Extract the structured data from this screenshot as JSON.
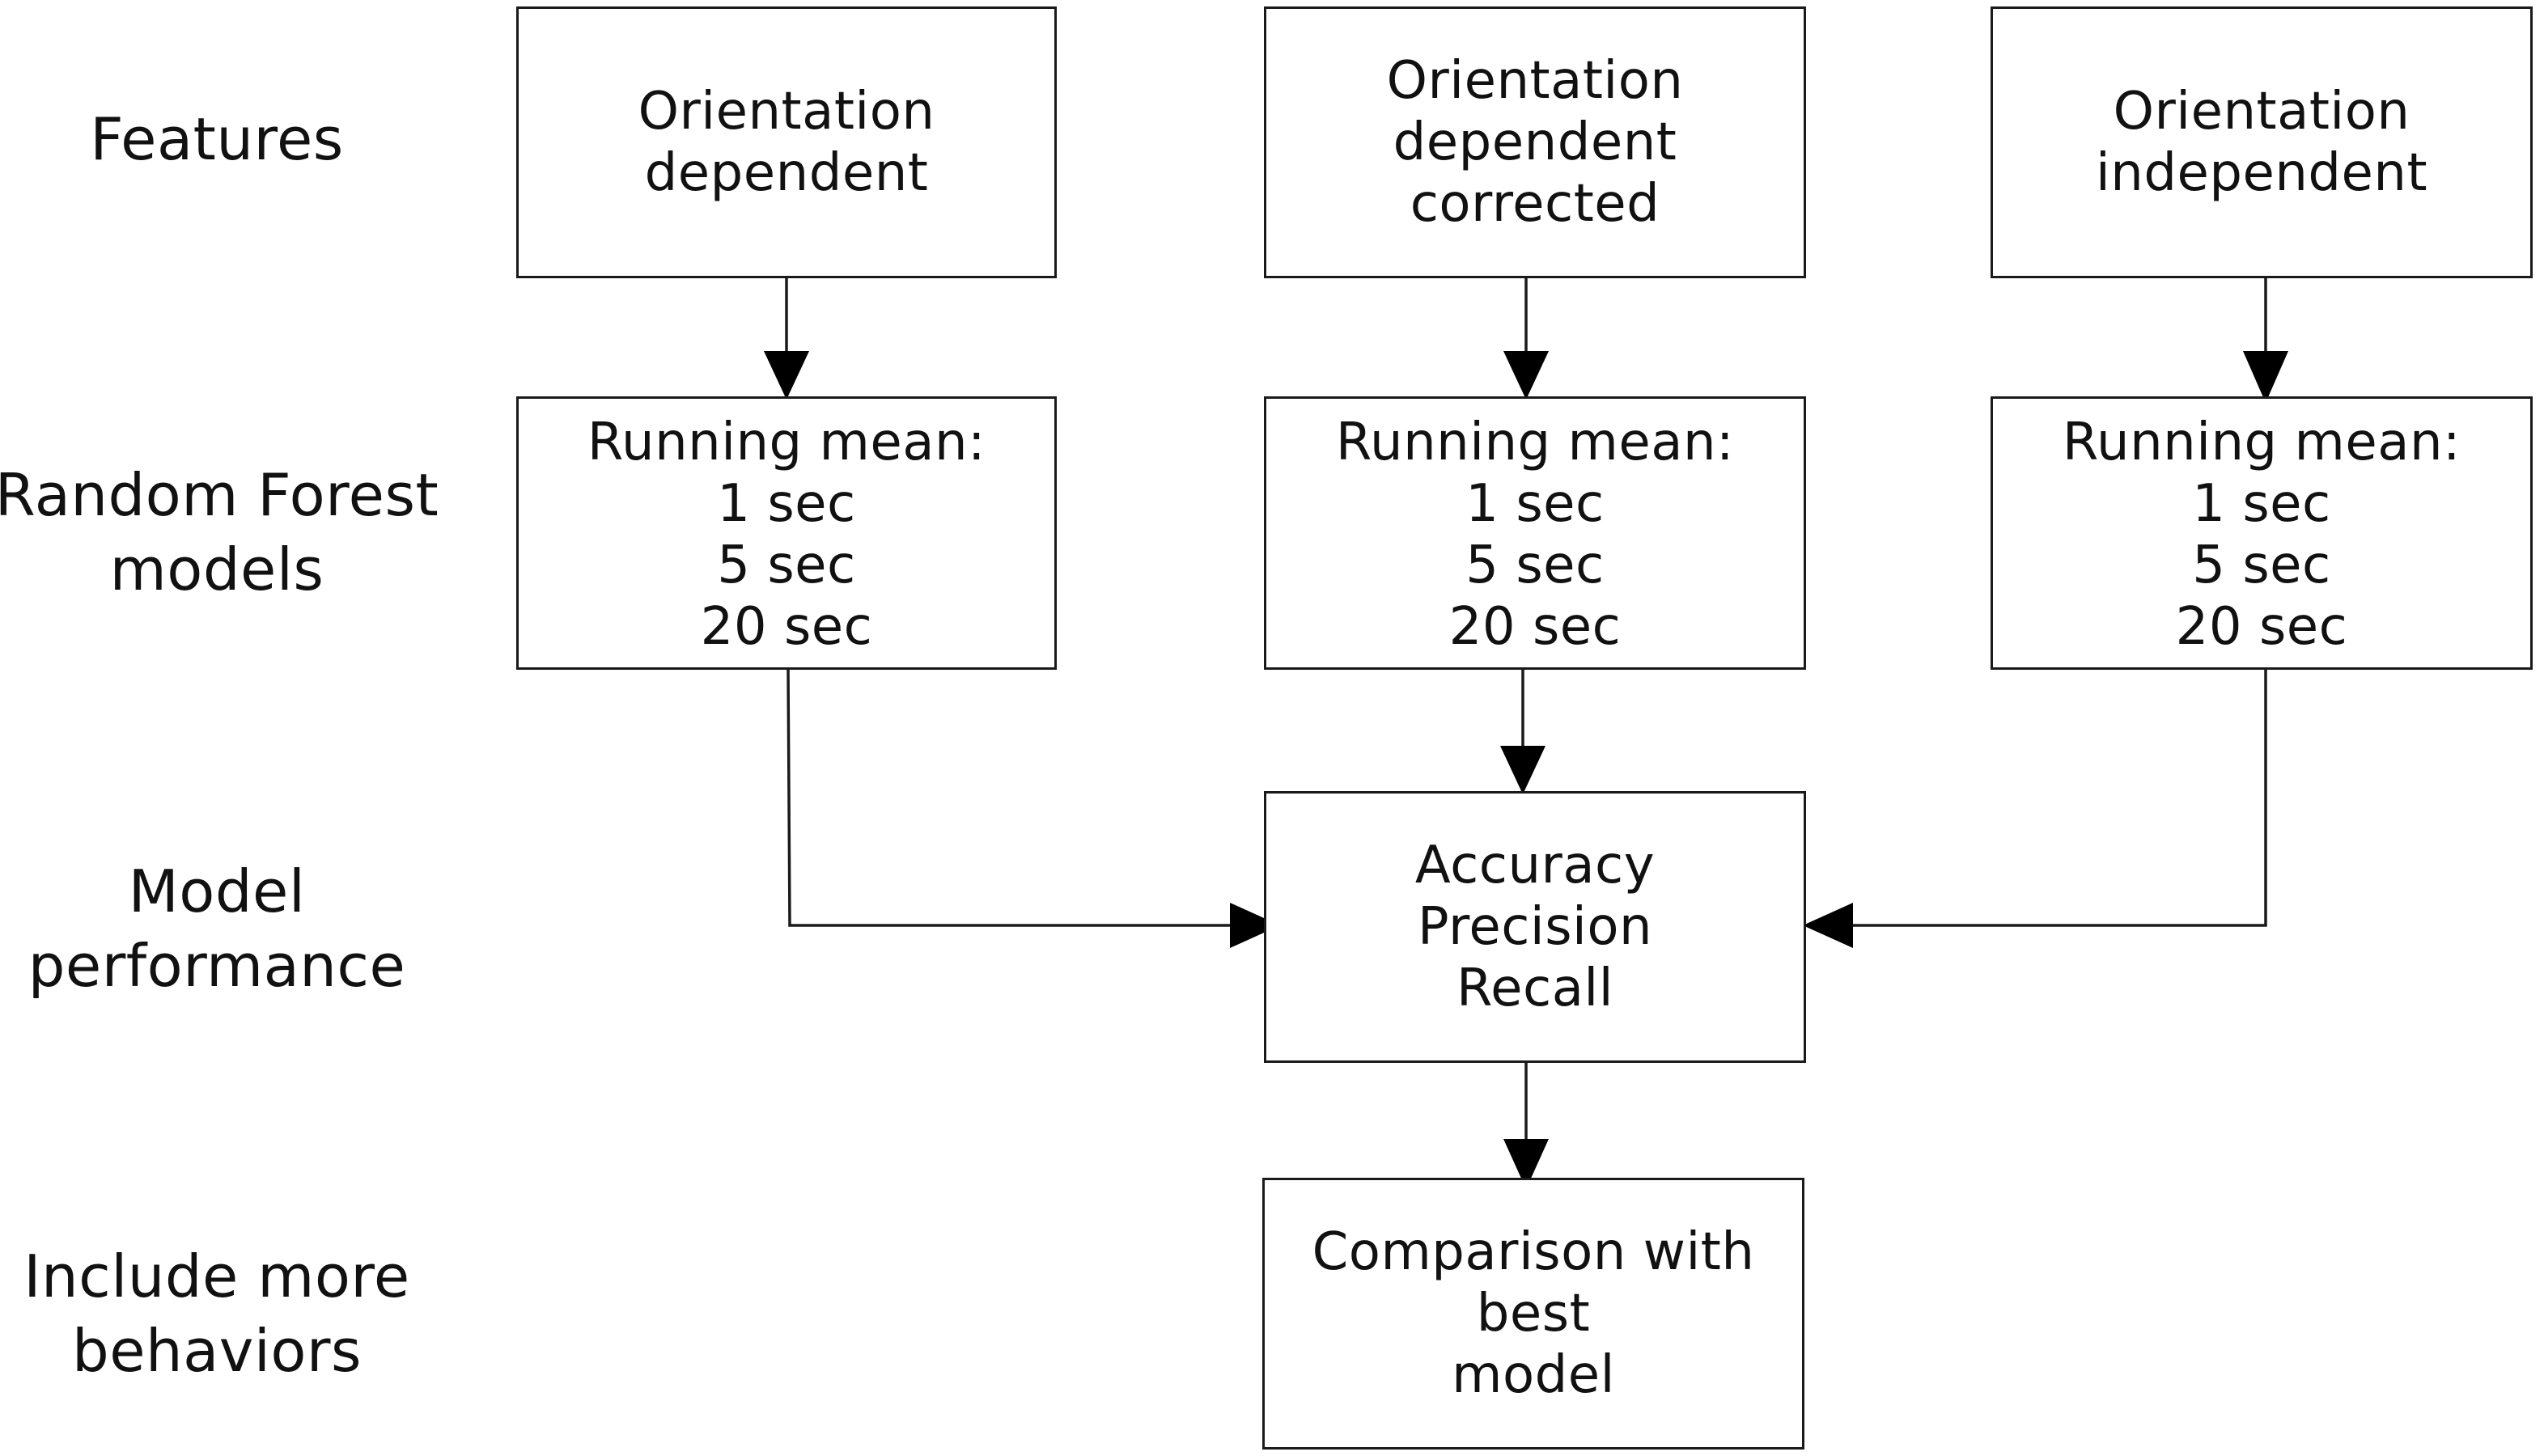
{
  "rows": {
    "features": "Features",
    "random_forest": "Random Forest\nmodels",
    "performance": "Model\nperformance",
    "more_behaviors": "Include more\nbehaviors"
  },
  "features": {
    "dependent": "Orientation\ndependent",
    "dependent_corrected": "Orientation\ndependent corrected",
    "independent": "Orientation\nindependent"
  },
  "models": {
    "dependent": "Running mean:\n1 sec\n5 sec\n20 sec",
    "dependent_corrected": "Running mean:\n1 sec\n5 sec\n20 sec",
    "independent": "Running mean:\n1 sec\n5 sec\n20 sec"
  },
  "performance": "Accuracy\nPrecision\nRecall",
  "comparison": "Comparison with best\nmodel"
}
